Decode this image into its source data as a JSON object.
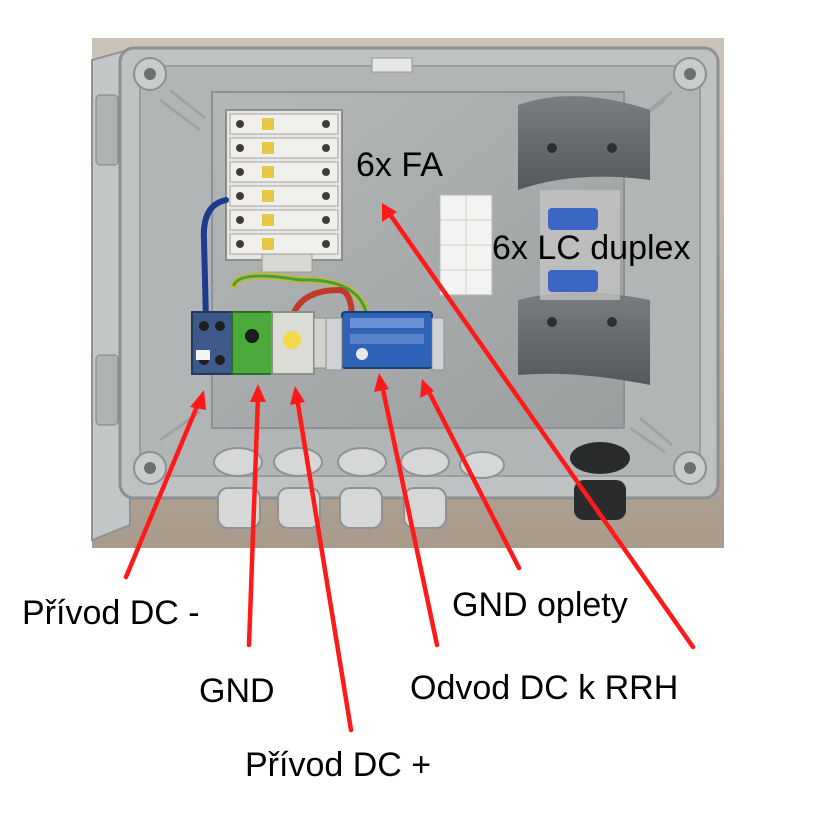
{
  "annotations": {
    "six_fa": "6x FA",
    "six_lc_duplex": "6x LC duplex",
    "privod_dc_minus": "Přívod DC -",
    "gnd": "GND",
    "privod_dc_plus": "Přívod DC +",
    "gnd_oplety": "GND oplety",
    "odvod_dc_k_rrh": "Odvod DC k RRH"
  },
  "colors": {
    "arrow": "#ff1a1a",
    "enclosure": "#b9bcbd",
    "backplate": "#a7abab",
    "terminal_blue": "#3d5a8a",
    "terminal_green": "#4caa3c",
    "terminal_grey": "#dcdcd6",
    "module_blue": "#2f63b8",
    "spacer_grey": "#6c6f72",
    "background": "#ffffff"
  }
}
